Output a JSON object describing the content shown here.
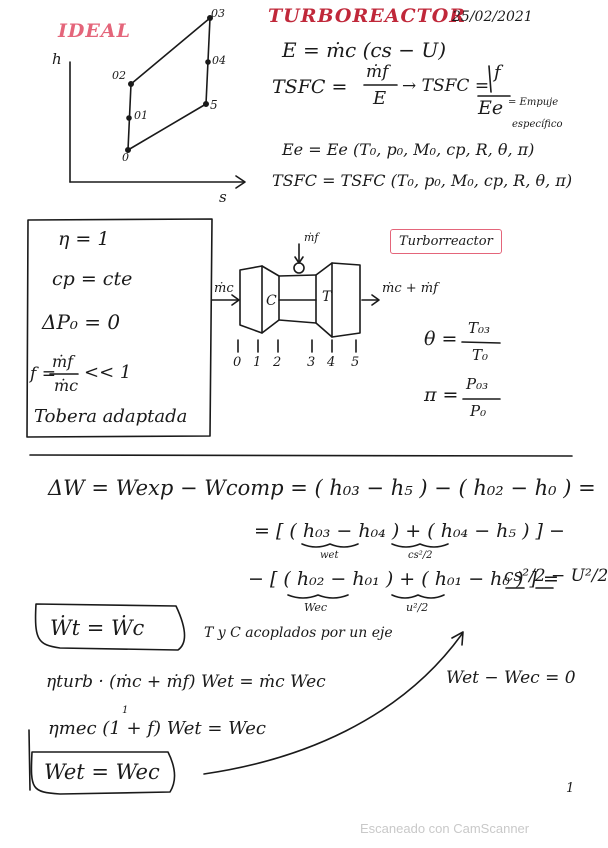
{
  "header": {
    "ideal_label": "IDEAL",
    "title": "TURBOREACTOR",
    "date": "25/02/2021"
  },
  "hs_diagram": {
    "y_axis": "h",
    "x_axis": "s",
    "points": [
      "0",
      "01",
      "02",
      "03",
      "04",
      "5"
    ]
  },
  "definitions": {
    "thrust": "E = ṁc (cs − U)",
    "tsfc_def": "TSFC =",
    "tsfc_num": "ṁf",
    "tsfc_den": "E",
    "tsfc_arrow": "→ TSFC =",
    "f_num": "f",
    "f_den": "Ee",
    "ee_note_1": "= Empuje",
    "ee_note_2": "específico",
    "ee_func": "Ee = Ee (T₀, p₀, M₀, cp, R, θ, π)",
    "tsfc_func": "TSFC = TSFC (T₀, p₀, M₀, cp, R, θ, π)"
  },
  "assumptions": [
    "η = 1",
    "cp = cte",
    "ΔP₀ = 0",
    "f =",
    "ṁf",
    "ṁc",
    "<< 1",
    "Tobera adaptada"
  ],
  "engine": {
    "tag": "Turborreactor",
    "fuel_in": "ṁf",
    "air_in": "ṁc",
    "air_out": "ṁc + ṁf",
    "compressor": "C",
    "turbine": "T",
    "stations": [
      "0",
      "1",
      "2",
      "3",
      "4",
      "5"
    ]
  },
  "ratios": {
    "theta": "θ =",
    "theta_num": "T₀₃",
    "theta_den": "T₀",
    "pi": "π =",
    "pi_num": "P₀₃",
    "pi_den": "P₀"
  },
  "work": {
    "line1": "ΔW = Wexp − Wcomp = ( h₀₃ − h₅ ) − ( h₀₂ − h₀ ) =",
    "line2": "= [ ( h₀₃ − h₀₄ ) + ( h₀₄ − h₅ ) ] −",
    "line2_under_a": "wet",
    "line2_under_b": "cs²/2",
    "line3": "− [ ( h₀₂ − h₀₁ ) + ( h₀₁ − h₀ ) ] =",
    "line3_result": "cs²/2 − U²/2",
    "line3_under_a": "Wec",
    "line3_under_b": "u²/2"
  },
  "coupling": {
    "eq": "Ẇt = Ẇc",
    "note": "T y C acoplados por un eje",
    "eq2": "ηturb · (ṁc + ṁf) Wet = ṁc Wec",
    "eq_side": "Wet − Wec = 0",
    "eq3": "ηmec (1 + f) Wet = Wec",
    "eq3_exp": "1",
    "eq4": "Wet = Wec"
  },
  "page_number": "1",
  "footer": "Escaneado con CamScanner"
}
